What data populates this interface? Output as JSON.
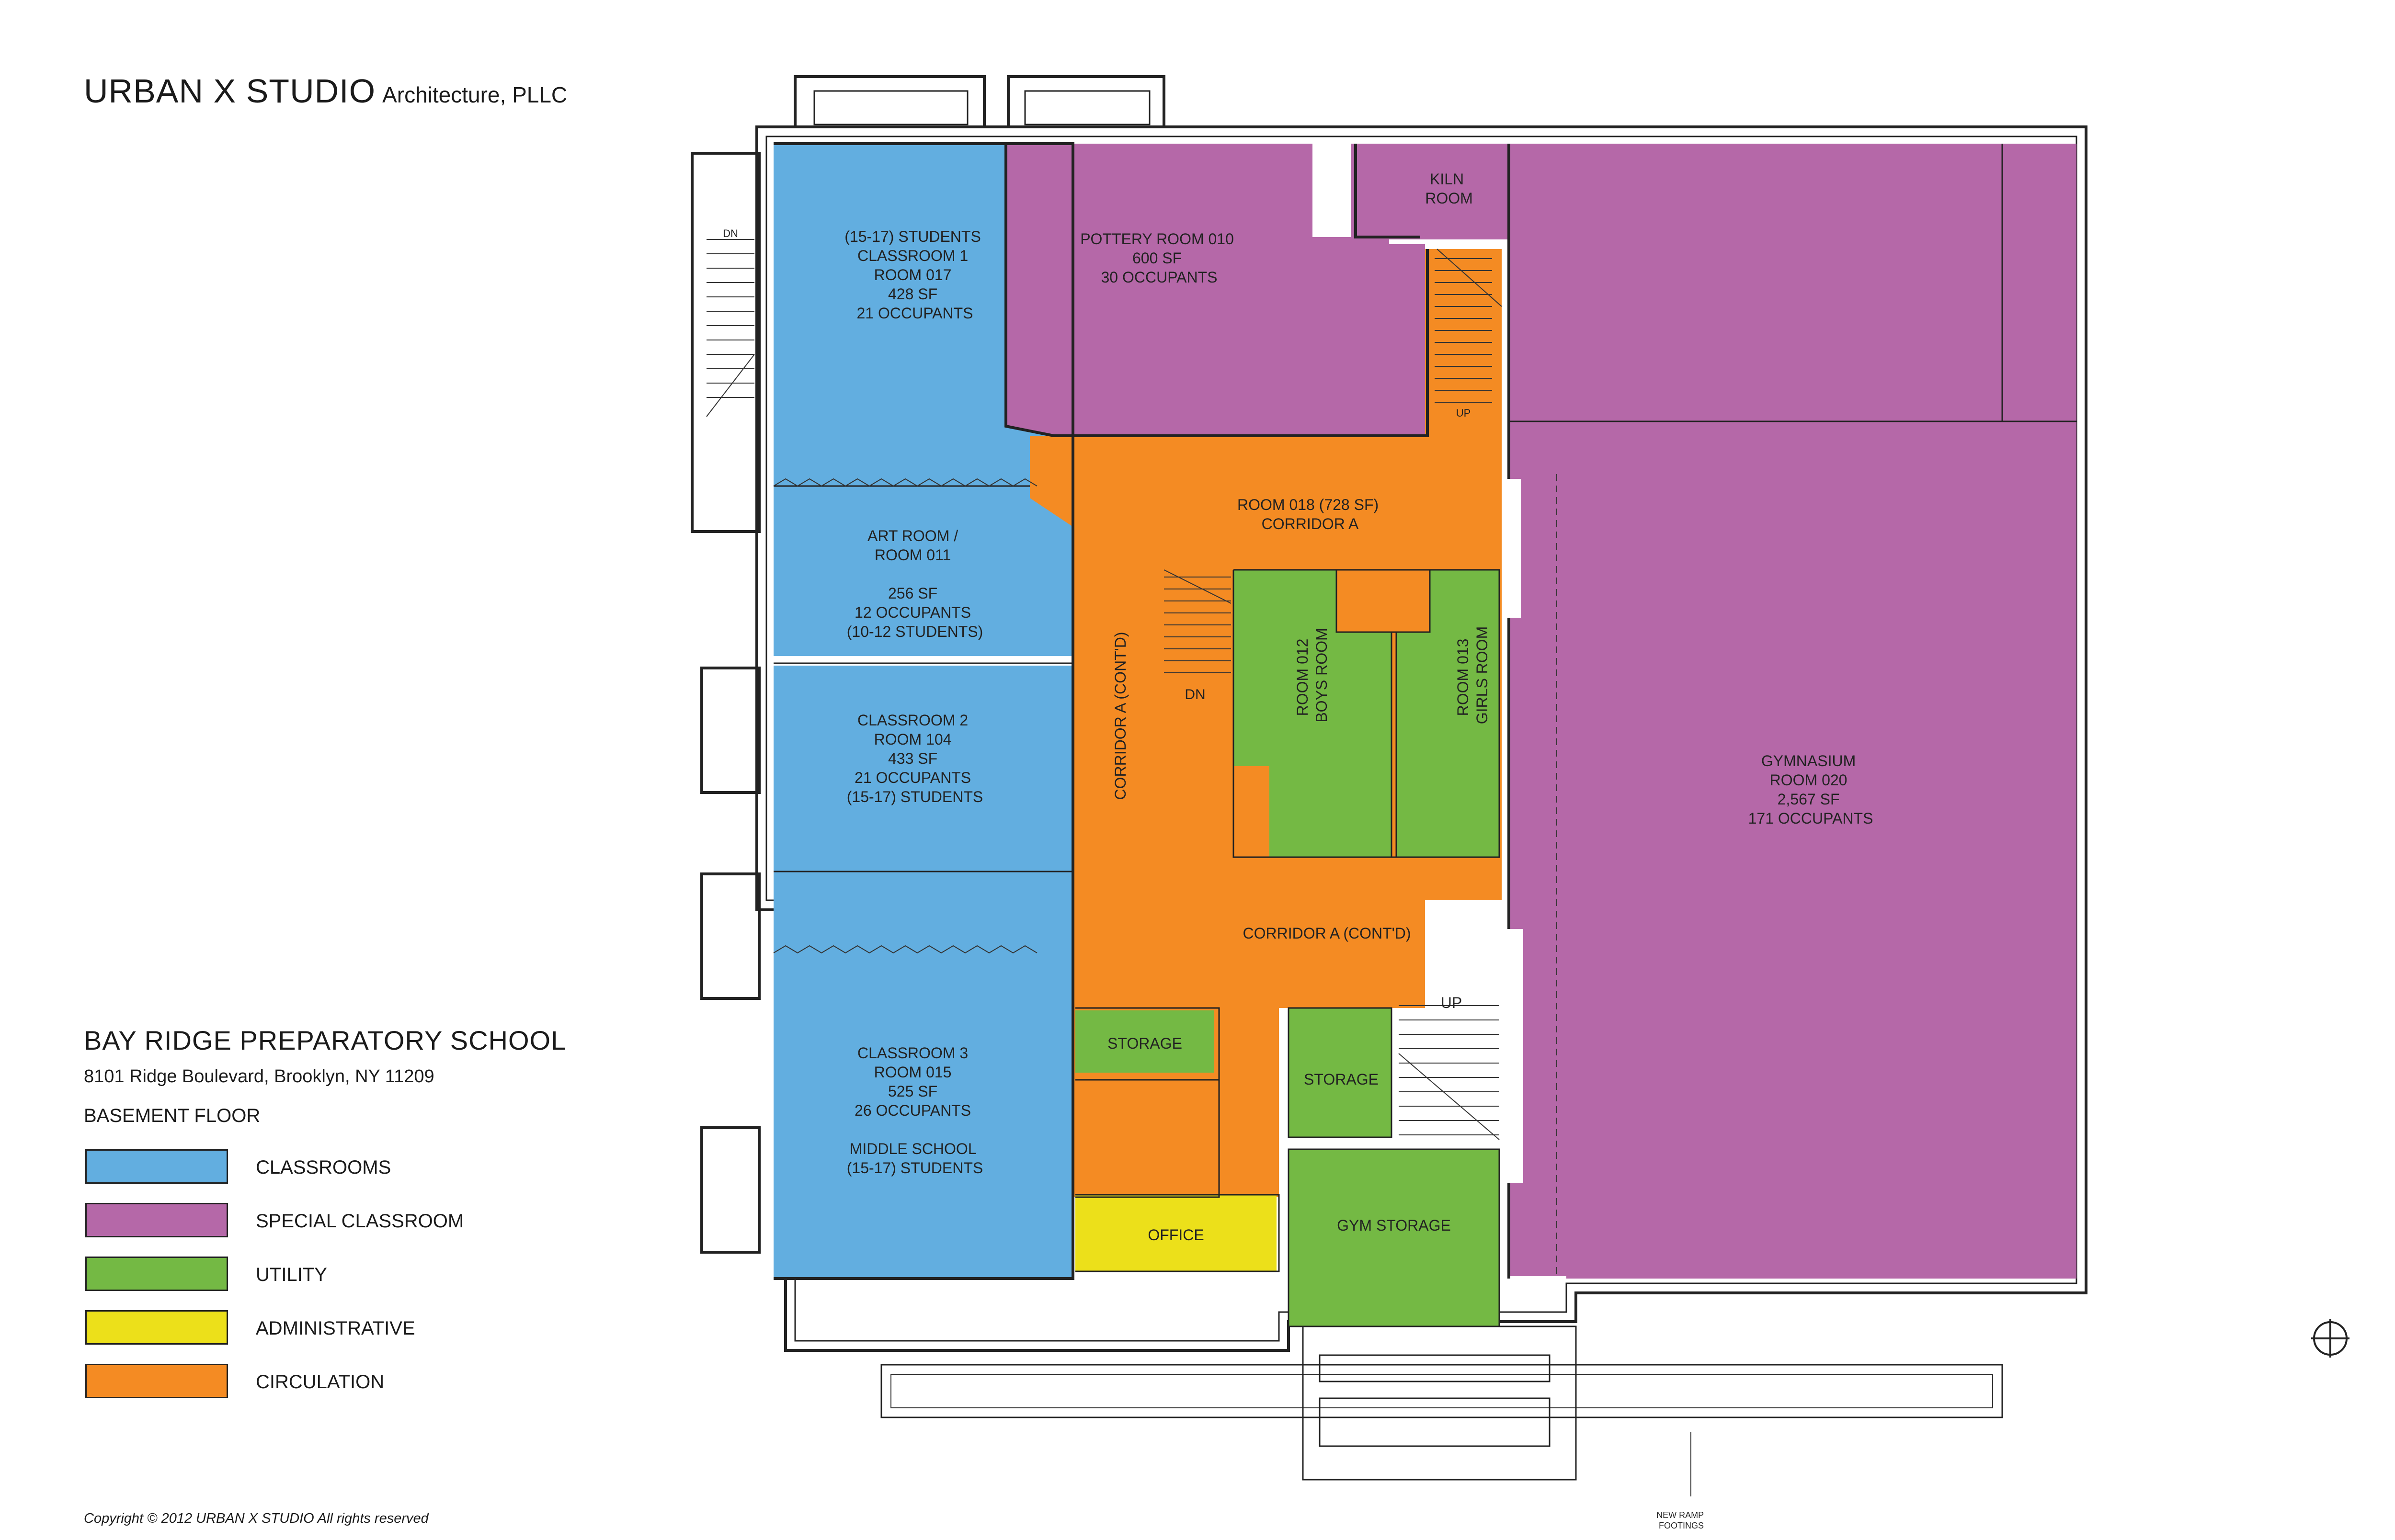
{
  "firm": {
    "name": "URBAN X STUDIO",
    "subtitle": "Architecture, PLLC"
  },
  "school": {
    "name": "BAY RIDGE PREPARATORY SCHOOL",
    "address": "8101 Ridge Boulevard, Brooklyn, NY 11209",
    "floor": "BASEMENT FLOOR"
  },
  "legend": [
    {
      "label": "CLASSROOMS",
      "color": "#62aee0"
    },
    {
      "label": "SPECIAL CLASSROOM",
      "color": "#b568a8"
    },
    {
      "label": "UTILITY",
      "color": "#74b944"
    },
    {
      "label": "ADMINISTRATIVE",
      "color": "#ece01a"
    },
    {
      "label": "CIRCULATION",
      "color": "#f48b23"
    }
  ],
  "rooms": {
    "classroom1": [
      "(15-17) STUDENTS",
      "CLASSROOM 1",
      "ROOM 017",
      "428 SF",
      "21 OCCUPANTS"
    ],
    "art_room": [
      "ART ROOM /",
      "ROOM 011",
      "",
      "256 SF",
      "12 OCCUPANTS",
      "(10-12 STUDENTS)"
    ],
    "classroom2": [
      "CLASSROOM 2",
      "ROOM 104",
      "433 SF",
      "21 OCCUPANTS",
      "(15-17) STUDENTS"
    ],
    "classroom3": [
      "CLASSROOM 3",
      "ROOM 015",
      "525 SF",
      "26 OCCUPANTS",
      "",
      "MIDDLE SCHOOL",
      "(15-17) STUDENTS"
    ],
    "pottery": [
      "POTTERY ROOM 010",
      "600 SF",
      "30 OCCUPANTS"
    ],
    "kiln": [
      "KILN",
      "ROOM"
    ],
    "corridor_a": [
      "ROOM 018 (728 SF)",
      "CORRIDOR A"
    ],
    "corridor_contd_vertical": "CORRIDOR A (CONT'D)",
    "corridor_contd": "CORRIDOR A (CONT'D)",
    "boys_room": [
      "ROOM 012",
      "BOYS ROOM"
    ],
    "girls_room": [
      "ROOM 013",
      "GIRLS ROOM"
    ],
    "gymnasium": [
      "GYMNASIUM",
      "ROOM 020",
      "2,567 SF",
      "171 OCCUPANTS"
    ],
    "storage_left": "STORAGE",
    "storage_right": "STORAGE",
    "office": "OFFICE",
    "gym_storage": "GYM STORAGE"
  },
  "annotations": {
    "stair_dn_main": "DN",
    "stair_dn_left": "DN",
    "stair_up_top": "UP",
    "stair_up_bottom": "UP",
    "ramp_note": [
      "NEW RAMP",
      "FOOTINGS"
    ]
  },
  "copyright": "Copyright © 2012 URBAN X STUDIO  All rights reserved"
}
